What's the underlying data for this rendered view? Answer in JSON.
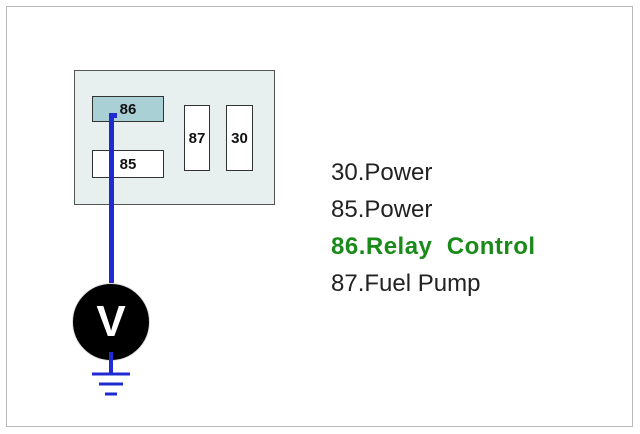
{
  "relay": {
    "pins": {
      "p86": "86",
      "p85": "85",
      "p87": "87",
      "p30": "30"
    }
  },
  "meter": {
    "label": "V"
  },
  "legend": {
    "items": [
      {
        "text": "30.Power",
        "highlight": false
      },
      {
        "text": "85.Power",
        "highlight": false
      },
      {
        "text": "86.Relay  Control",
        "highlight": true
      },
      {
        "text": "87.Fuel Pump",
        "highlight": false
      }
    ]
  },
  "colors": {
    "wire": "#1f2bd1",
    "highlight_text": "#1a8a1a",
    "pin_86_fill": "#a9d0d4",
    "relay_body": "#e7f0ef"
  }
}
